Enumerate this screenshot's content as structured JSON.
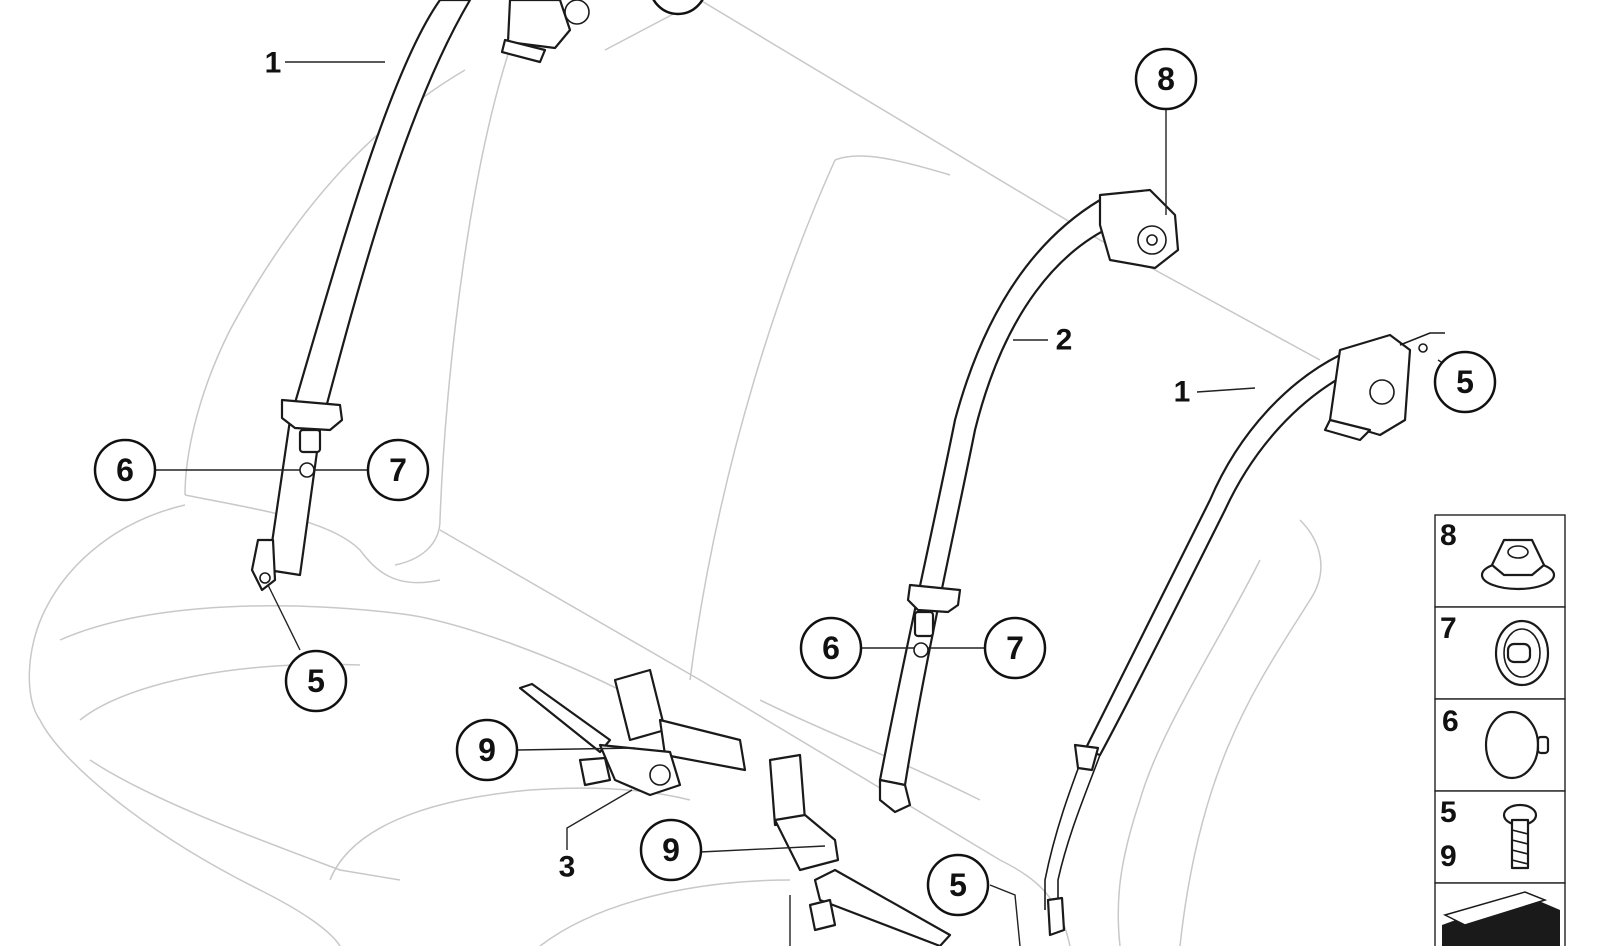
{
  "callouts": {
    "c_top": "",
    "c8": "8",
    "c5_right": "5",
    "c6_left": "6",
    "c7_left": "7",
    "c5_left": "5",
    "c6_mid": "6",
    "c7_mid": "7",
    "c9_left": "9",
    "c9_mid": "9",
    "c5_bottom": "5"
  },
  "labels": {
    "l1_left": "1",
    "l2": "2",
    "l1_right": "1",
    "l3": "3"
  },
  "legend": {
    "row8": "8",
    "row7": "7",
    "row6": "6",
    "row5_9_a": "5",
    "row5_9_b": "9"
  }
}
